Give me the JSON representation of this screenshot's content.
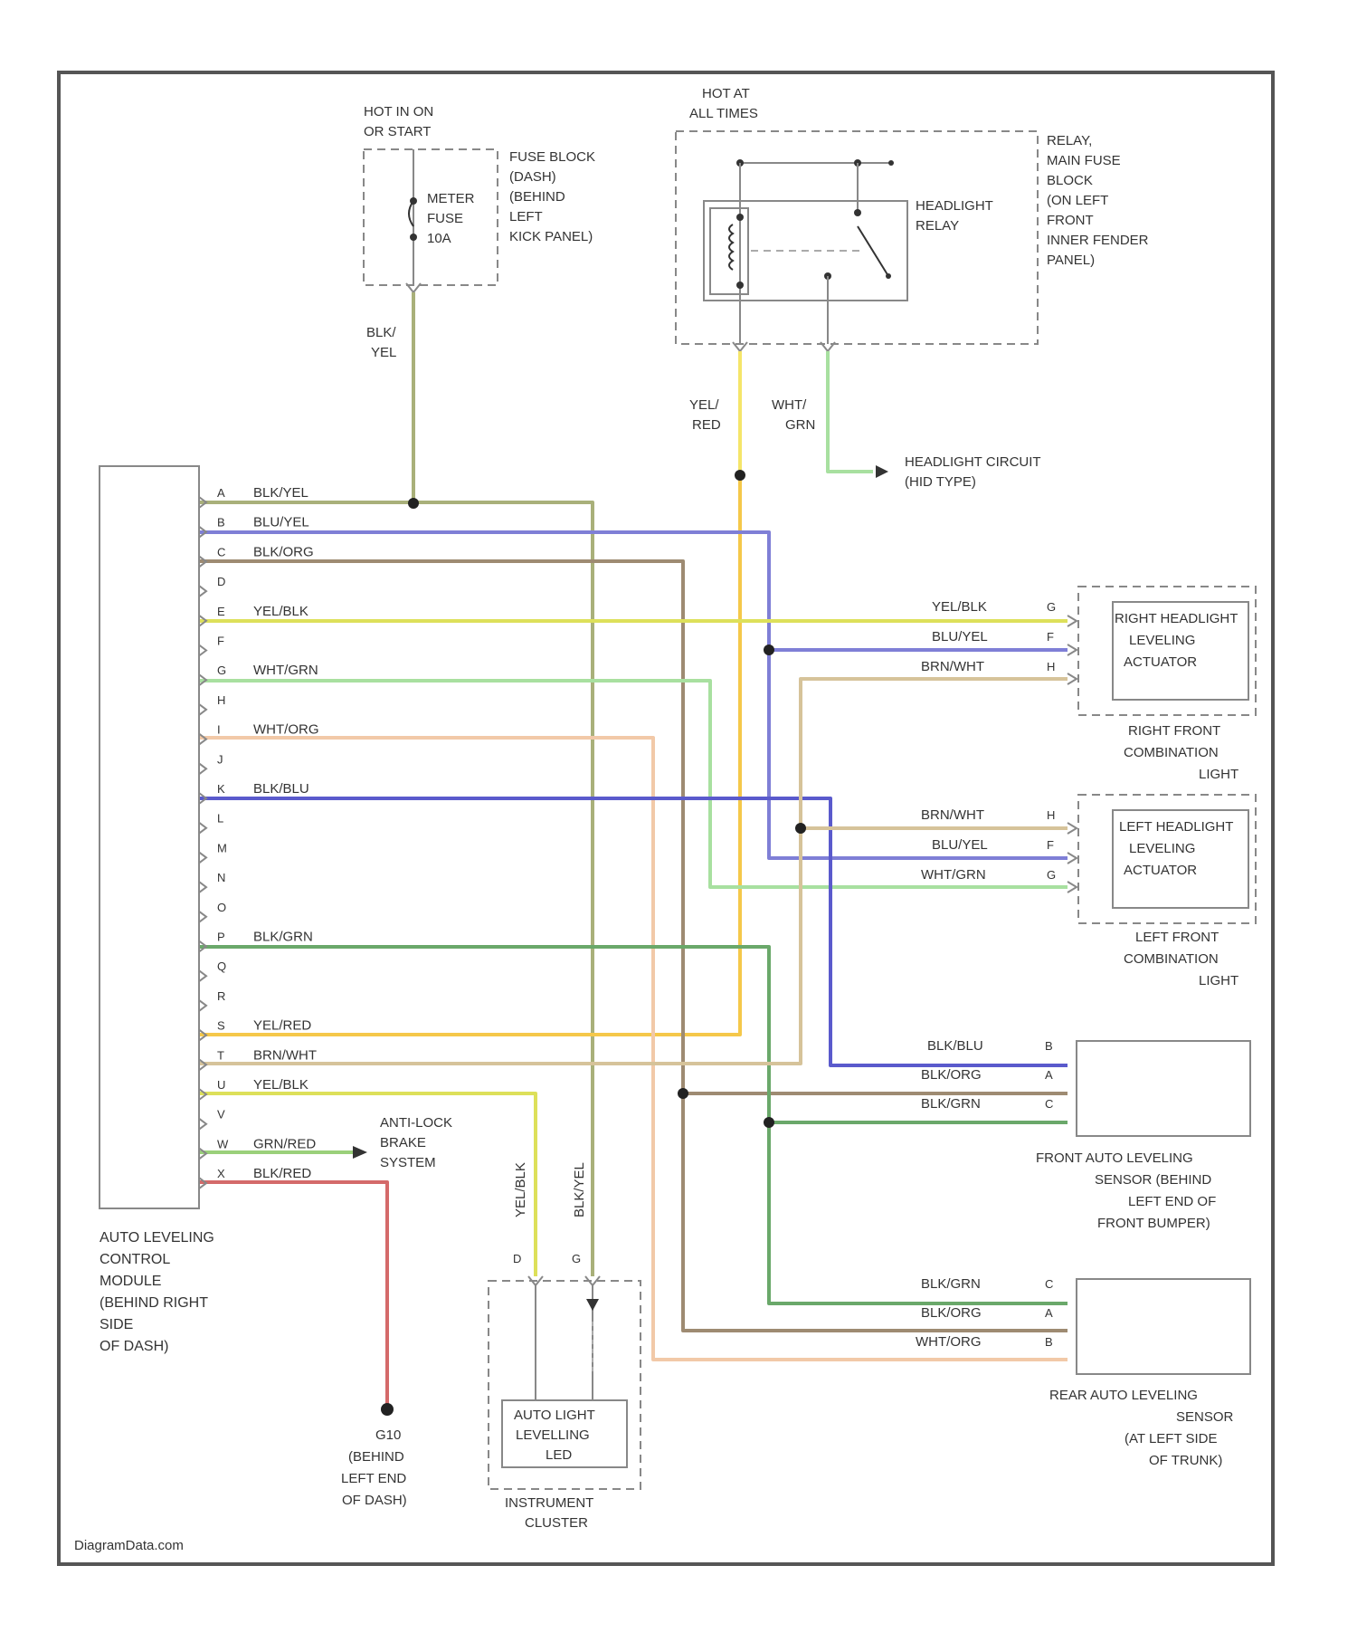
{
  "colors": {
    "frame": "#555555",
    "box": "#888888",
    "BLK/YEL": "#a9b07a",
    "BLU/YEL": "#7f7fd6",
    "BLK/ORG": "#9e8b72",
    "YEL/BLK": "#dde05a",
    "WHT/GRN": "#a8e0a0",
    "WHT/ORG": "#f2c9a8",
    "BLK/BLU": "#5a5acc",
    "BLK/GRN": "#6aa86a",
    "YEL/RED": "#f5c84a",
    "BRN/WHT": "#d6c39a",
    "GRN/RED": "#9ad07a",
    "BLK/RED": "#d46a6a",
    "YEL-RED": "#f5e56a",
    "WHT-GRN": "#a8e0a0"
  },
  "footer": "DiagramData.com",
  "fuse_block": {
    "hot_label": [
      "HOT IN ON",
      "OR START"
    ],
    "desc": [
      "FUSE BLOCK",
      "(DASH)",
      "(BEHIND",
      "LEFT",
      "KICK PANEL)"
    ],
    "fuse": [
      "METER",
      "FUSE",
      "10A"
    ],
    "wire": [
      "BLK/",
      "YEL"
    ]
  },
  "relay_block": {
    "hot_label": [
      "HOT AT",
      "ALL TIMES"
    ],
    "desc": [
      "RELAY,",
      "MAIN FUSE",
      "BLOCK",
      "(ON LEFT",
      "FRONT",
      "INNER FENDER",
      "PANEL)"
    ],
    "relay": [
      "HEADLIGHT",
      "RELAY"
    ],
    "wire_left": [
      "YEL/",
      "RED"
    ],
    "wire_right": [
      "WHT/",
      "GRN"
    ],
    "headlight_circuit": [
      "HEADLIGHT CIRCUIT",
      "(HID TYPE)"
    ]
  },
  "control_module": {
    "label": [
      "AUTO LEVELING",
      "CONTROL",
      "MODULE",
      "(BEHIND RIGHT",
      "SIDE",
      "OF DASH)"
    ],
    "pins": [
      {
        "pin": "A",
        "wire": "BLK/YEL"
      },
      {
        "pin": "B",
        "wire": "BLU/YEL"
      },
      {
        "pin": "C",
        "wire": "BLK/ORG"
      },
      {
        "pin": "D",
        "wire": ""
      },
      {
        "pin": "E",
        "wire": "YEL/BLK"
      },
      {
        "pin": "F",
        "wire": ""
      },
      {
        "pin": "G",
        "wire": "WHT/GRN"
      },
      {
        "pin": "H",
        "wire": ""
      },
      {
        "pin": "I",
        "wire": "WHT/ORG"
      },
      {
        "pin": "J",
        "wire": ""
      },
      {
        "pin": "K",
        "wire": "BLK/BLU"
      },
      {
        "pin": "L",
        "wire": ""
      },
      {
        "pin": "M",
        "wire": ""
      },
      {
        "pin": "N",
        "wire": ""
      },
      {
        "pin": "O",
        "wire": ""
      },
      {
        "pin": "P",
        "wire": "BLK/GRN"
      },
      {
        "pin": "Q",
        "wire": ""
      },
      {
        "pin": "R",
        "wire": ""
      },
      {
        "pin": "S",
        "wire": "YEL/RED"
      },
      {
        "pin": "T",
        "wire": "BRN/WHT"
      },
      {
        "pin": "U",
        "wire": "YEL/BLK"
      },
      {
        "pin": "V",
        "wire": ""
      },
      {
        "pin": "W",
        "wire": "GRN/RED"
      },
      {
        "pin": "X",
        "wire": "BLK/RED"
      }
    ]
  },
  "abs": [
    "ANTI-LOCK",
    "BRAKE",
    "SYSTEM"
  ],
  "ground": {
    "id": "G10",
    "desc": [
      "(BEHIND",
      "LEFT END",
      "OF DASH)"
    ]
  },
  "cluster": {
    "led": [
      "AUTO LIGHT",
      "LEVELLING",
      "LED"
    ],
    "label": [
      "INSTRUMENT",
      "CLUSTER"
    ],
    "wire_left": "YEL/BLK",
    "wire_right": "BLK/YEL",
    "pin_left": "D",
    "pin_right": "G"
  },
  "right_actuator": {
    "name": [
      "RIGHT HEADLIGHT",
      "LEVELING",
      "ACTUATOR"
    ],
    "label": [
      "RIGHT FRONT",
      "COMBINATION",
      "LIGHT"
    ],
    "wires": [
      {
        "wire": "YEL/BLK",
        "pin": "G"
      },
      {
        "wire": "BLU/YEL",
        "pin": "F"
      },
      {
        "wire": "BRN/WHT",
        "pin": "H"
      }
    ]
  },
  "left_actuator": {
    "name": [
      "LEFT HEADLIGHT",
      "LEVELING",
      "ACTUATOR"
    ],
    "label": [
      "LEFT FRONT",
      "COMBINATION",
      "LIGHT"
    ],
    "wires": [
      {
        "wire": "BRN/WHT",
        "pin": "H"
      },
      {
        "wire": "BLU/YEL",
        "pin": "F"
      },
      {
        "wire": "WHT/GRN",
        "pin": "G"
      }
    ]
  },
  "front_sensor": {
    "label": [
      "FRONT AUTO LEVELING",
      "SENSOR (BEHIND",
      "LEFT END OF",
      "FRONT BUMPER)"
    ],
    "wires": [
      {
        "wire": "BLK/BLU",
        "pin": "B"
      },
      {
        "wire": "BLK/ORG",
        "pin": "A"
      },
      {
        "wire": "BLK/GRN",
        "pin": "C"
      }
    ]
  },
  "rear_sensor": {
    "label": [
      "REAR AUTO LEVELING",
      "SENSOR",
      "(AT LEFT SIDE",
      "OF TRUNK)"
    ],
    "wires": [
      {
        "wire": "BLK/GRN",
        "pin": "C"
      },
      {
        "wire": "BLK/ORG",
        "pin": "A"
      },
      {
        "wire": "WHT/ORG",
        "pin": "B"
      }
    ]
  }
}
